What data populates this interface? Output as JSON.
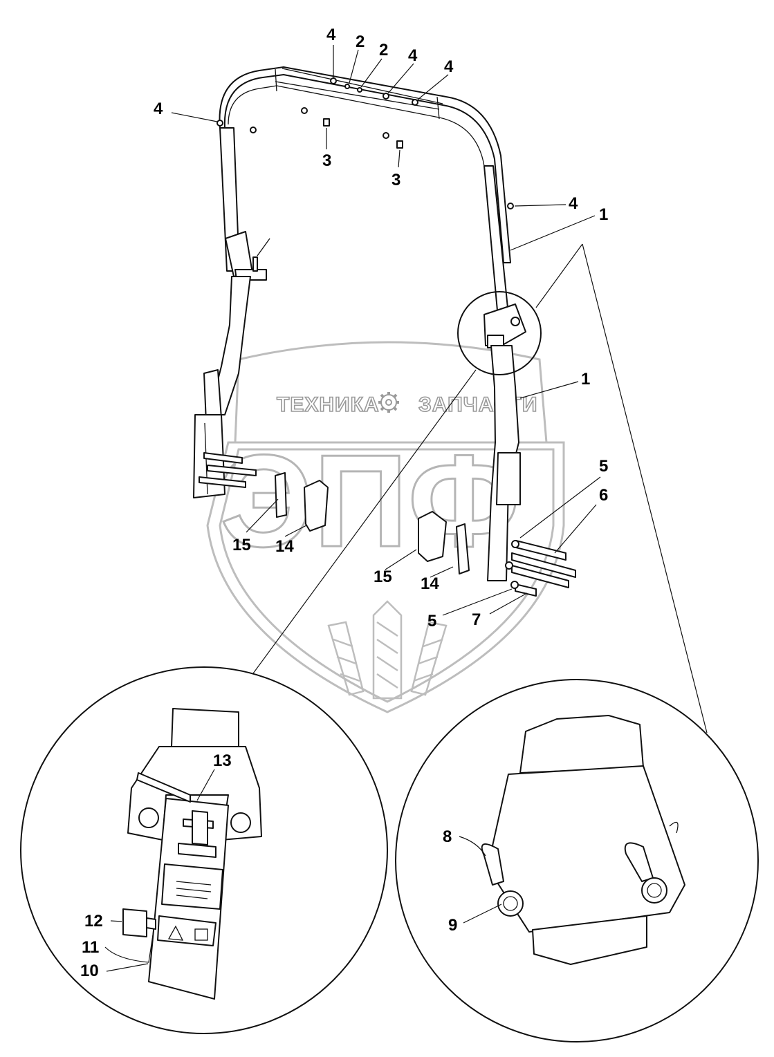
{
  "watermark": {
    "left_text": "ТЕХНИКА",
    "right_text": "ЗАПЧАСТИ",
    "logo_letters": "ЭПФ",
    "gear_icon": "gear-icon"
  },
  "callouts": [
    {
      "id": "c4a",
      "label": "4"
    },
    {
      "id": "c2a",
      "label": "2"
    },
    {
      "id": "c2b",
      "label": "2"
    },
    {
      "id": "c4b",
      "label": "4"
    },
    {
      "id": "c4c",
      "label": "4"
    },
    {
      "id": "c4d",
      "label": "4"
    },
    {
      "id": "c3a",
      "label": "3"
    },
    {
      "id": "c3b",
      "label": "3"
    },
    {
      "id": "c4e",
      "label": "4"
    },
    {
      "id": "c1a",
      "label": "1"
    },
    {
      "id": "c1b",
      "label": "1"
    },
    {
      "id": "c5a",
      "label": "5"
    },
    {
      "id": "c6",
      "label": "6"
    },
    {
      "id": "c15a",
      "label": "15"
    },
    {
      "id": "c14a",
      "label": "14"
    },
    {
      "id": "c15b",
      "label": "15"
    },
    {
      "id": "c14b",
      "label": "14"
    },
    {
      "id": "c5b",
      "label": "5"
    },
    {
      "id": "c7",
      "label": "7"
    },
    {
      "id": "c13",
      "label": "13"
    },
    {
      "id": "c12",
      "label": "12"
    },
    {
      "id": "c11",
      "label": "11"
    },
    {
      "id": "c10",
      "label": "10"
    },
    {
      "id": "c8",
      "label": "8"
    },
    {
      "id": "c9",
      "label": "9"
    }
  ]
}
